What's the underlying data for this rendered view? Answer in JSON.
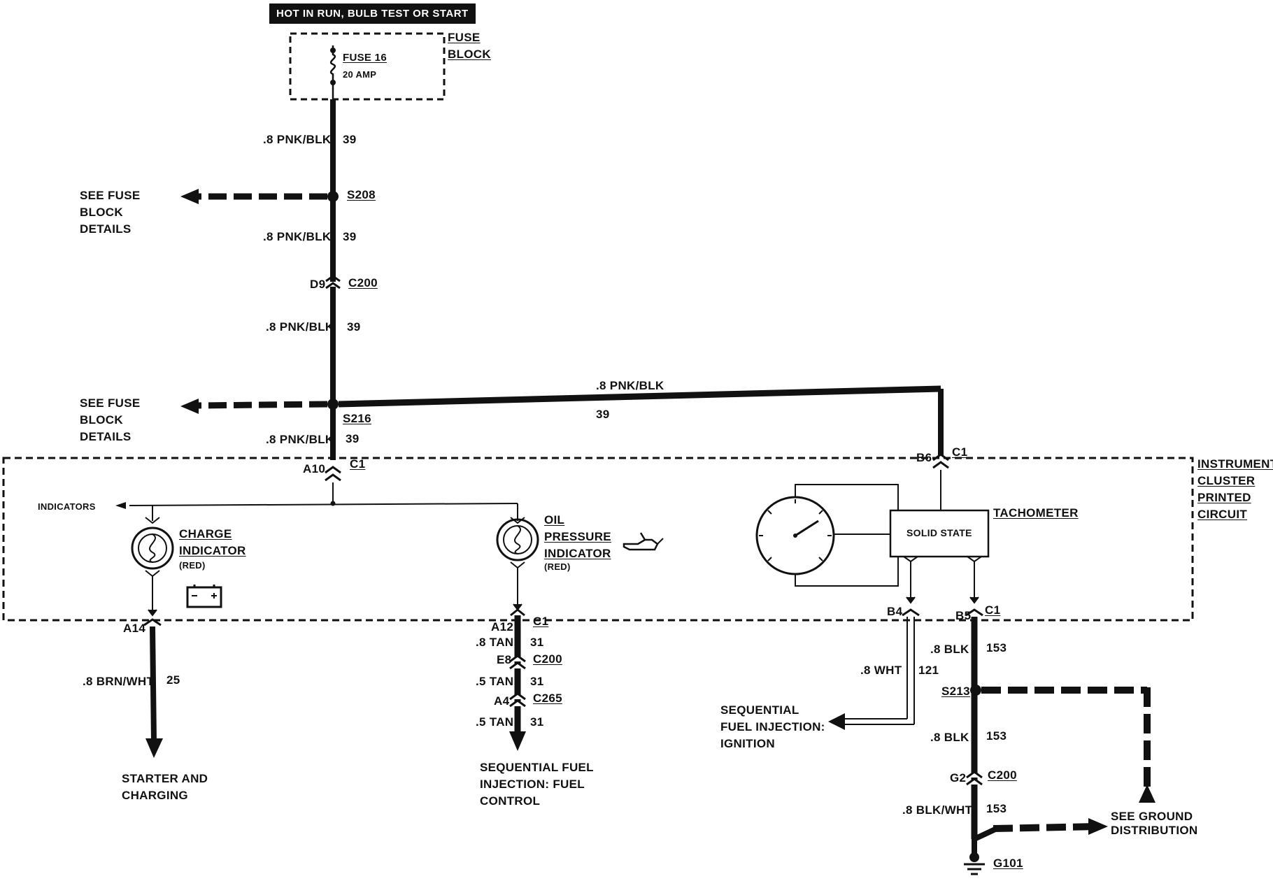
{
  "header": "HOT IN RUN, BULB TEST OR START",
  "fuse_block": {
    "label": "FUSE BLOCK",
    "fuse": "FUSE 16",
    "rating": "20 AMP"
  },
  "wire_pnk": ".8 PNK/BLK",
  "circuit_39": "39",
  "splices": {
    "s208": "S208",
    "s216": "S216",
    "s213": "S213"
  },
  "see_fuse_details": "SEE FUSE BLOCK DETAILS",
  "connectors": {
    "d9": "D9",
    "c200": "C200",
    "a10": "A10",
    "c1": "C1",
    "b6": "B6",
    "a14": "A14",
    "a12": "A12",
    "e8": "E8",
    "a4": "A4",
    "c265": "C265",
    "b4": "B4",
    "b5": "B5",
    "g2": "G2"
  },
  "cluster": {
    "label": "INSTRUMENT CLUSTER PRINTED CIRCUIT",
    "indicators": "INDICATORS",
    "charge_indicator": "CHARGE INDICATOR",
    "charge_color": "(RED)",
    "oil_indicator": "OIL PRESSURE INDICATOR",
    "oil_color": "(RED)",
    "solid_state": "SOLID STATE",
    "tachometer": "TACHOMETER"
  },
  "wires": {
    "brn_wht": ".8 BRN/WHT",
    "c25": "25",
    "tan8": ".8 TAN",
    "tan5": ".5 TAN",
    "c31": "31",
    "wht": ".8 WHT",
    "c121": "121",
    "blk": ".8 BLK",
    "c153": "153",
    "blk_wht": ".8 BLK/WHT"
  },
  "destinations": {
    "starter": "STARTER AND CHARGING",
    "sfi_fuel": "SEQUENTIAL FUEL INJECTION: FUEL CONTROL",
    "sfi_ign": "SEQUENTIAL FUEL INJECTION: IGNITION",
    "ground_dist": "SEE GROUND DISTRIBUTION",
    "g101": "G101"
  }
}
